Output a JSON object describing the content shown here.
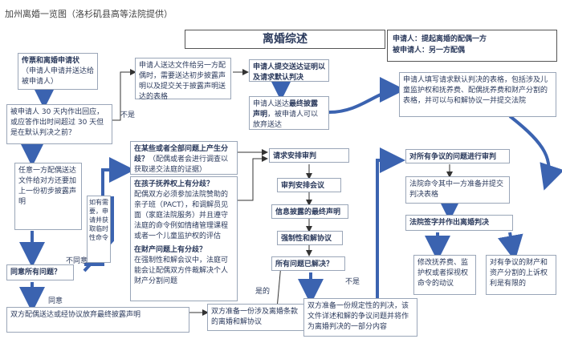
{
  "header": {
    "title": "加州离婚一览图（洛杉矶县高等法院提供）",
    "main_title": "离婚综述"
  },
  "legend": {
    "petitioner": "申请人：提起离婚的配偶一方",
    "respondent": "被申请人：另一方配偶"
  },
  "nodes": {
    "serve_petition_title": "传票和离婚申请状",
    "serve_petition_sub": "（申请人申请并送达给被申请人）",
    "respond_30": "被申请人 30 天内作出回应，或应答作出时间超过 30 天但是在默认判决之前？",
    "serve_docs": "申请人送达文件给另一方配偶时，需要送达初步披露声明以及提交关于披露声明送达的表格",
    "proof_service": "申请人提交送达证明以及请求默认判决",
    "proof_service_2_a": "申请人送达",
    "proof_service_2_b": "最终披露声明",
    "proof_service_2_c": "，被申请人可以放弃送达",
    "default_form": "申请人填写请求默认判决的表格，包括涉及儿童监护权和抚养费、配偶抚养费和财产分割的表格，并可以与和解协议一并提交法院",
    "either_spouse": "任意一方配偶送达文件给对方还要加上一份初步披露声明",
    "either_spouse_bold": "初步披露声明",
    "needed_if": "如有需要，申请并获取临时性命令",
    "disputes_title": "在某些或者全部问题上产生分歧？",
    "disputes_sub": "（配偶或者会进行调查以获取递交法庭的证据）",
    "kids_q": "在孩子抚养权上有分歧？",
    "kids_text": "配偶双方必须参加法院赞助的亲子班（PACT），和调解员见面（家庭法院服务）并且遵守法庭的命令例如情绪管理课程或者一个儿童监护权的评估",
    "property_q": "在财产问题上有分歧？",
    "property_text": "在强制性和解会议中，法庭可能会让配偶双方件裁解决个人财产分割问题",
    "agree_all": "同意所有问题？",
    "both_serve": "双方配偶送达或经协议放弃最终披露声明",
    "both_prepare": "双方准备一份涉及离婚条款的离婚和解协议",
    "request_trial": "请求安排审判",
    "trial_conf": "审判安排会议",
    "final_disclosure": "信息披露的最终声明",
    "mandatory_settle": "强制性和解协议",
    "all_resolved": "所有问题已解决？",
    "both_prepare_judgment": "双方准备一份规定性的判决，该文件详述和解的争议问题并将作为离婚判决的一部分内容",
    "trial_disputes": "对所有争议的问题进行审判",
    "court_order": "法院命令其中一方准备并提交判决表格",
    "court_sign": "法院签字并作出离婚判决",
    "modify_support": "修改抚养费、监护权或者探视权命令的动议",
    "appeal": "对有争议的财产和资产分割的上诉权利是有限的"
  },
  "edge_labels": {
    "no": "不是",
    "disagree": "不同意",
    "agree": "同意",
    "yes": "是的",
    "no2": "不是"
  }
}
